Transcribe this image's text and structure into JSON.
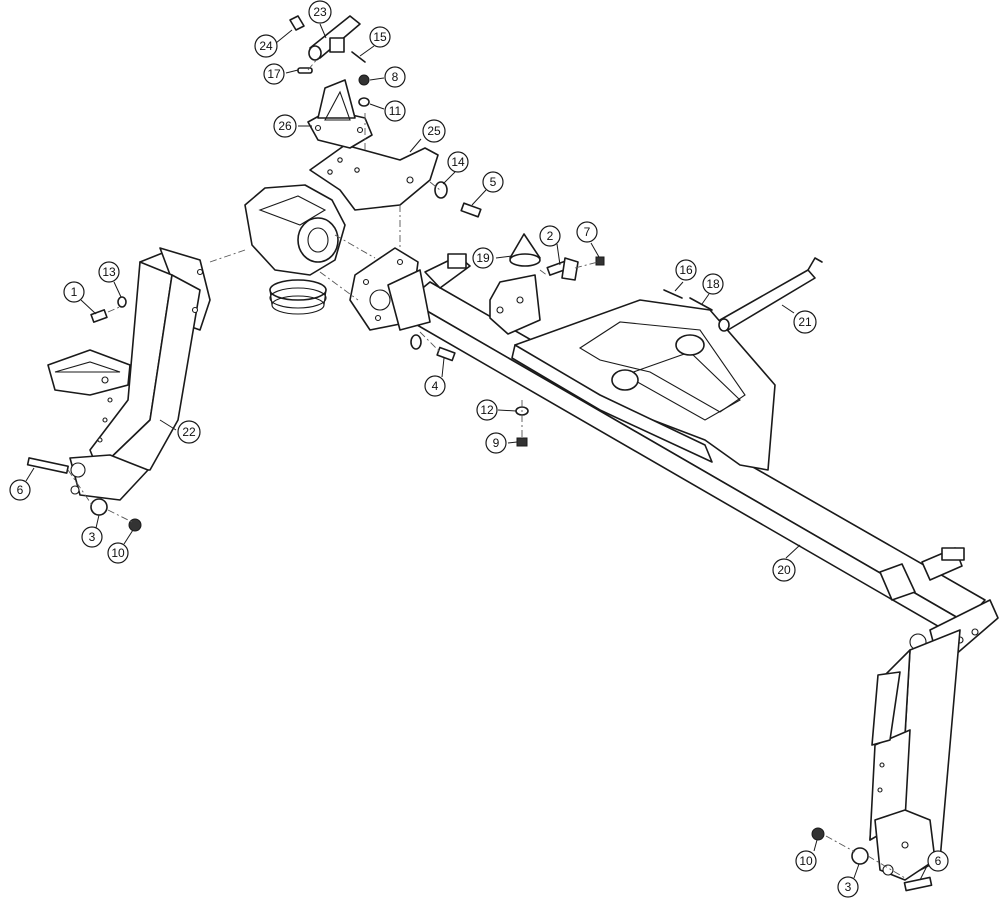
{
  "callouts": [
    {
      "id": "c1",
      "label": "1"
    },
    {
      "id": "c2",
      "label": "2"
    },
    {
      "id": "c3a",
      "label": "3"
    },
    {
      "id": "c3b",
      "label": "3"
    },
    {
      "id": "c4",
      "label": "4"
    },
    {
      "id": "c5",
      "label": "5"
    },
    {
      "id": "c6a",
      "label": "6"
    },
    {
      "id": "c6b",
      "label": "6"
    },
    {
      "id": "c7",
      "label": "7"
    },
    {
      "id": "c8",
      "label": "8"
    },
    {
      "id": "c9",
      "label": "9"
    },
    {
      "id": "c10a",
      "label": "10"
    },
    {
      "id": "c10b",
      "label": "10"
    },
    {
      "id": "c11",
      "label": "11"
    },
    {
      "id": "c12",
      "label": "12"
    },
    {
      "id": "c13",
      "label": "13"
    },
    {
      "id": "c14",
      "label": "14"
    },
    {
      "id": "c15",
      "label": "15"
    },
    {
      "id": "c16",
      "label": "16"
    },
    {
      "id": "c17",
      "label": "17"
    },
    {
      "id": "c18",
      "label": "18"
    },
    {
      "id": "c19",
      "label": "19"
    },
    {
      "id": "c20",
      "label": "20"
    },
    {
      "id": "c21",
      "label": "21"
    },
    {
      "id": "c22",
      "label": "22"
    },
    {
      "id": "c23",
      "label": "23"
    },
    {
      "id": "c24",
      "label": "24"
    },
    {
      "id": "c25",
      "label": "25"
    },
    {
      "id": "c26",
      "label": "26"
    }
  ]
}
